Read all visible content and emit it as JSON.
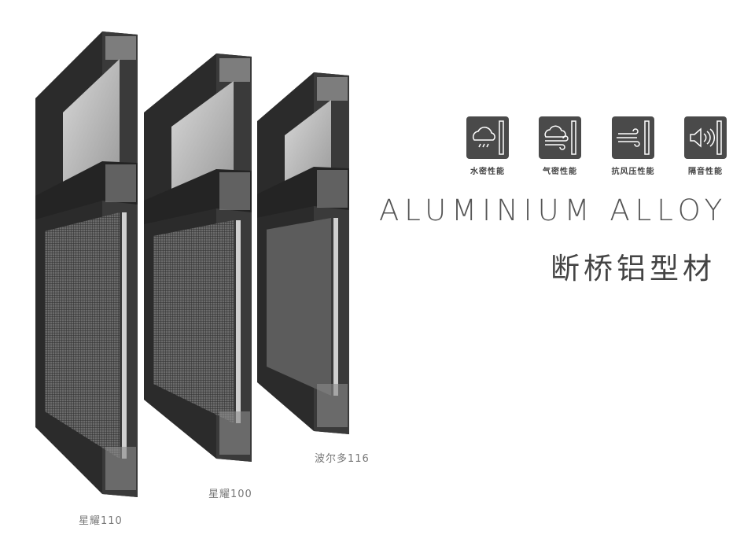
{
  "features": [
    {
      "icon": "rain-cloud-icon",
      "label": "水密性能"
    },
    {
      "icon": "cloud-wind-icon",
      "label": "气密性能"
    },
    {
      "icon": "wind-icon",
      "label": "抗风压性能"
    },
    {
      "icon": "speaker-sound-icon",
      "label": "隔音性能"
    }
  ],
  "title": "ALUMINIUM ALLOY",
  "subtitle": "断桥铝型材",
  "products": [
    {
      "label": "星耀110"
    },
    {
      "label": "星耀100"
    },
    {
      "label": "波尔多116"
    }
  ],
  "colors": {
    "frame": "#2b2b2b",
    "icon_bg": "#4a4a4a",
    "text": "#555555"
  }
}
